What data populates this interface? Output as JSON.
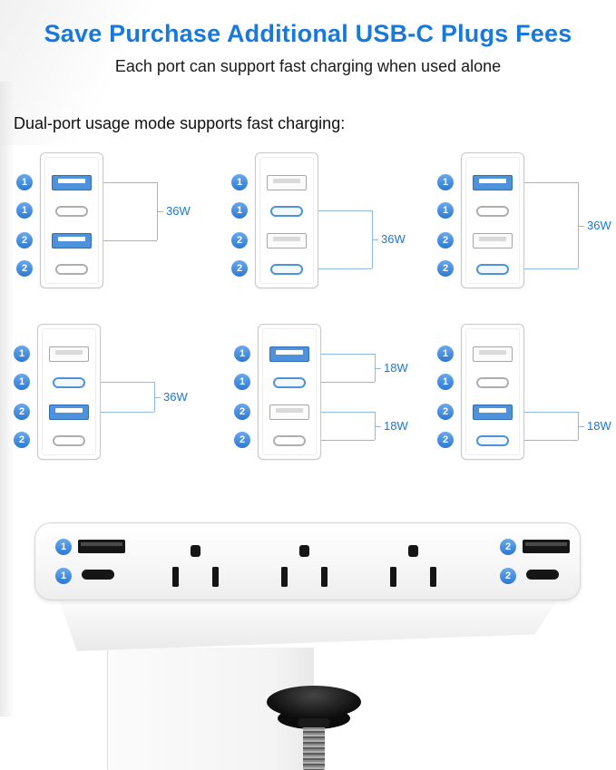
{
  "page": {
    "title": "Save Purchase Additional USB-C Plugs Fees",
    "subtitle": "Each port can support fast charging when used alone",
    "section_label": "Dual-port usage mode supports fast charging:"
  },
  "colors": {
    "title_blue": "#1778dd",
    "badge_blue": "#2d79d1",
    "active_port_blue": "#4e92dc",
    "connector_blue": "#8fb8e4"
  },
  "panels": [
    {
      "badges": [
        "1",
        "1",
        "2",
        "2"
      ],
      "ports": [
        {
          "type": "usb-a",
          "active": true
        },
        {
          "type": "usb-c",
          "active": false
        },
        {
          "type": "usb-a",
          "active": true
        },
        {
          "type": "usb-c",
          "active": false
        }
      ],
      "brackets": [
        {
          "from": 0,
          "to": 2,
          "label": "36W"
        }
      ]
    },
    {
      "badges": [
        "1",
        "1",
        "2",
        "2"
      ],
      "ports": [
        {
          "type": "usb-a",
          "active": false
        },
        {
          "type": "usb-c",
          "active": true
        },
        {
          "type": "usb-a",
          "active": false
        },
        {
          "type": "usb-c",
          "active": true
        }
      ],
      "brackets": [
        {
          "from": 1,
          "to": 3,
          "label": "36W"
        }
      ]
    },
    {
      "badges": [
        "1",
        "1",
        "2",
        "2"
      ],
      "ports": [
        {
          "type": "usb-a",
          "active": true
        },
        {
          "type": "usb-c",
          "active": false
        },
        {
          "type": "usb-a",
          "active": false
        },
        {
          "type": "usb-c",
          "active": true
        }
      ],
      "brackets": [
        {
          "from": 0,
          "to": 3,
          "label": "36W"
        }
      ]
    },
    {
      "badges": [
        "1",
        "1",
        "2",
        "2"
      ],
      "ports": [
        {
          "type": "usb-a",
          "active": false
        },
        {
          "type": "usb-c",
          "active": true
        },
        {
          "type": "usb-a",
          "active": true
        },
        {
          "type": "usb-c",
          "active": false
        }
      ],
      "brackets": [
        {
          "from": 1,
          "to": 2,
          "label": "36W"
        }
      ]
    },
    {
      "badges": [
        "1",
        "1",
        "2",
        "2"
      ],
      "ports": [
        {
          "type": "usb-a",
          "active": true
        },
        {
          "type": "usb-c",
          "active": true
        },
        {
          "type": "usb-a",
          "active": false
        },
        {
          "type": "usb-c",
          "active": false
        }
      ],
      "brackets": [
        {
          "from": 0,
          "to": 1,
          "label": "18W"
        },
        {
          "from": 2,
          "to": 3,
          "label": "18W"
        }
      ]
    },
    {
      "badges": [
        "1",
        "1",
        "2",
        "2"
      ],
      "ports": [
        {
          "type": "usb-a",
          "active": false
        },
        {
          "type": "usb-c",
          "active": false
        },
        {
          "type": "usb-a",
          "active": true
        },
        {
          "type": "usb-c",
          "active": true
        }
      ],
      "brackets": [
        {
          "from": 2,
          "to": 3,
          "label": "18W"
        }
      ]
    }
  ],
  "strip": {
    "left_badges": [
      "1",
      "1"
    ],
    "right_badges": [
      "2",
      "2"
    ],
    "outlet_count": 3
  }
}
